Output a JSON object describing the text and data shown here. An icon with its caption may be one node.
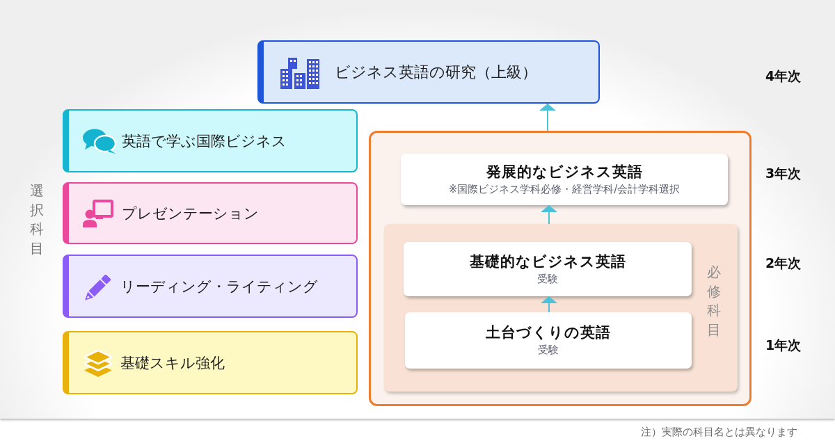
{
  "diagram": {
    "nodes": [
      {
        "text": [
          "ビジネス英語の研究（上級）"
        ]
      },
      {
        "text": [
          "英語で学ぶ国際ビジネス"
        ]
      },
      {
        "text": [
          "プレゼンテーション"
        ]
      },
      {
        "text": [
          "リーディング・ライティング"
        ]
      },
      {
        "text": [
          "基礎スキル強化"
        ]
      },
      {
        "text": [],
        "shape": "box"
      },
      {
        "text": [
          "発展的なビジネス英語",
          "※国際ビジネス学科必修・経営学科/会計学科選択"
        ],
        "in": 5
      },
      {
        "text": [
          "必修科目"
        ],
        "in": 5
      },
      {
        "text": [
          "基礎的なビジネス英語",
          "受験"
        ],
        "in": 7
      },
      {
        "text": [
          "土台づくりの英語",
          "受験"
        ],
        "in": 7
      }
    ],
    "edges": [
      {
        "from": 5,
        "to": 0,
        "arrow": "to"
      },
      {
        "from": 7,
        "to": 6,
        "arrow": "to"
      },
      {
        "from": 9,
        "to": 8,
        "arrow": "to"
      }
    ],
    "labels": [
      "4年次",
      "選択科目",
      "3年次",
      "2年次",
      "1年次",
      "注）実際の科目名とは異なります"
    ]
  }
}
